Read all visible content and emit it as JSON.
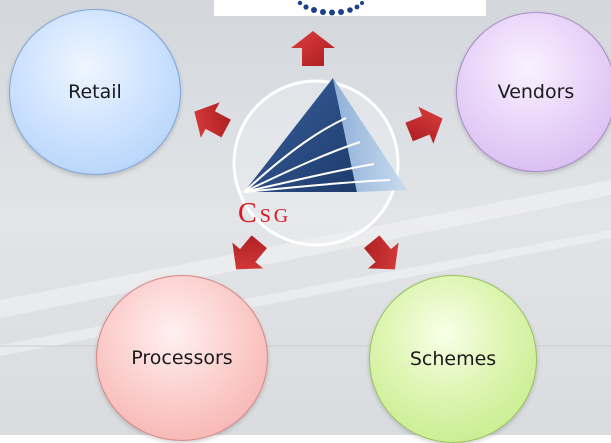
{
  "diagram": {
    "center_logo_text": "CSG",
    "nodes": {
      "retail": "Retail",
      "vendors": "Vendors",
      "processors": "Processors",
      "schemes": "Schemes"
    }
  },
  "colors": {
    "background": "#dde0e4",
    "arrow_red": "#c8282a",
    "logo_blue": "#2c4f86",
    "logo_red": "#e0141c"
  }
}
